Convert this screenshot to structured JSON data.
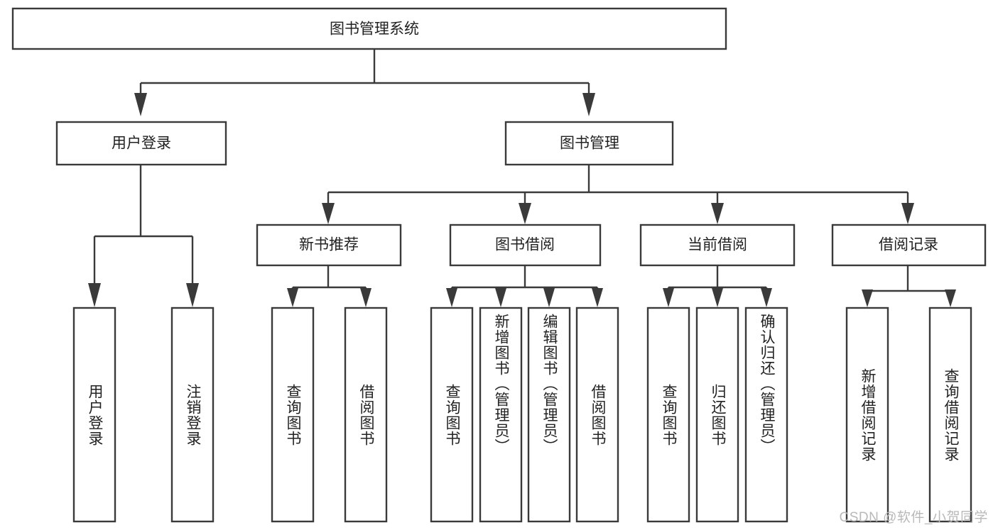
{
  "diagram": {
    "type": "tree-hierarchy-chart",
    "title": "图书管理系统",
    "colors": {
      "box_stroke": "#3a3a3a",
      "box_fill": "#ffffff",
      "text": "#222222",
      "background": "#ffffff",
      "watermark": "#b9b9b9"
    },
    "root": {
      "label": "图书管理系统",
      "orientation": "horizontal"
    },
    "level2": [
      {
        "label": "用户登录",
        "orientation": "horizontal"
      },
      {
        "label": "图书管理",
        "orientation": "horizontal"
      }
    ],
    "level3": [
      {
        "label": "新书推荐",
        "orientation": "horizontal",
        "parent": "图书管理"
      },
      {
        "label": "图书借阅",
        "orientation": "horizontal",
        "parent": "图书管理"
      },
      {
        "label": "当前借阅",
        "orientation": "horizontal",
        "parent": "图书管理"
      },
      {
        "label": "借阅记录",
        "orientation": "horizontal",
        "parent": "图书管理"
      }
    ],
    "leaves": {
      "user_login": [
        {
          "label": "用户登录",
          "orientation": "vertical"
        },
        {
          "label": "注销登录",
          "orientation": "vertical"
        }
      ],
      "new_book_recommend": [
        {
          "label": "查询图书",
          "orientation": "vertical"
        },
        {
          "label": "借阅图书",
          "orientation": "vertical"
        }
      ],
      "book_borrow": [
        {
          "label": "查询图书",
          "orientation": "vertical"
        },
        {
          "label": "新增图书（管理员）",
          "orientation": "vertical"
        },
        {
          "label": "编辑图书（管理员）",
          "orientation": "vertical"
        },
        {
          "label": "借阅图书",
          "orientation": "vertical"
        }
      ],
      "current_borrow": [
        {
          "label": "查询图书",
          "orientation": "vertical"
        },
        {
          "label": "归还图书",
          "orientation": "vertical"
        },
        {
          "label": "确认归还（管理员）",
          "orientation": "vertical"
        }
      ],
      "borrow_record": [
        {
          "label": "新增借阅记录",
          "orientation": "vertical"
        },
        {
          "label": "查询借阅记录",
          "orientation": "vertical"
        }
      ]
    },
    "watermark": "CSDN @软件_小贺同学"
  }
}
